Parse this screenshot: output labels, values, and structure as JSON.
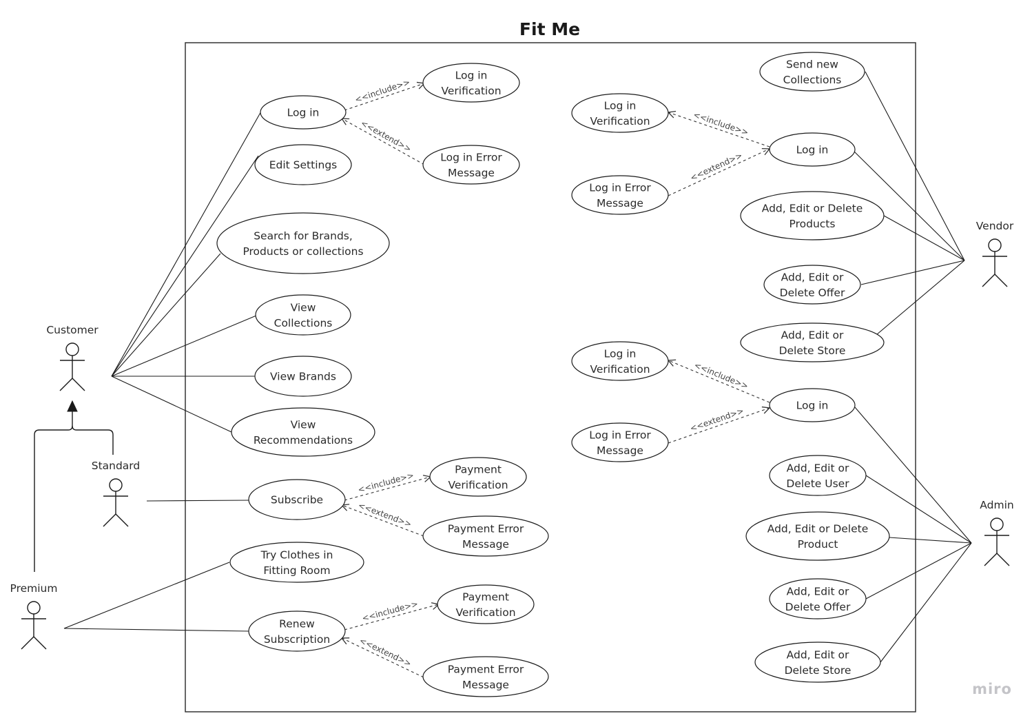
{
  "title": "Fit Me",
  "watermark": "miro",
  "actors": {
    "customer": "Customer",
    "standard": "Standard",
    "premium": "Premium",
    "vendor": "Vendor",
    "admin": "Admin"
  },
  "stereotypes": {
    "include": "<<include>>",
    "extend": "<<extend>>"
  },
  "use_cases": {
    "cust_login": [
      "Log in"
    ],
    "cust_login_verif": [
      "Log in",
      "Verification"
    ],
    "cust_login_error": [
      "Log in Error",
      "Message"
    ],
    "edit_settings": [
      "Edit Settings"
    ],
    "search": [
      "Search for Brands,",
      "Products or collections"
    ],
    "view_collections": [
      "View",
      "Collections"
    ],
    "view_brands": [
      "View Brands"
    ],
    "view_recommendations": [
      "View",
      "Recommendations"
    ],
    "subscribe": [
      "Subscribe"
    ],
    "subscribe_pay_verif": [
      "Payment",
      "Verification"
    ],
    "subscribe_pay_error": [
      "Payment Error",
      "Message"
    ],
    "try_clothes": [
      "Try Clothes in",
      "Fitting Room"
    ],
    "renew": [
      "Renew",
      "Subscription"
    ],
    "renew_pay_verif": [
      "Payment",
      "Verification"
    ],
    "renew_pay_error": [
      "Payment Error",
      "Message"
    ],
    "vendor_login_verif": [
      "Log in",
      "Verification"
    ],
    "vendor_login_error": [
      "Log in Error",
      "Message"
    ],
    "vendor_login": [
      "Log in"
    ],
    "send_collections": [
      "Send new",
      "Collections"
    ],
    "vendor_products": [
      "Add, Edit or Delete",
      "Products"
    ],
    "vendor_offer": [
      "Add, Edit or",
      "Delete Offer"
    ],
    "vendor_store": [
      "Add, Edit or",
      "Delete Store"
    ],
    "admin_login_verif": [
      "Log in",
      "Verification"
    ],
    "admin_login_error": [
      "Log in Error",
      "Message"
    ],
    "admin_login": [
      "Log in"
    ],
    "admin_user": [
      "Add, Edit or",
      "Delete User"
    ],
    "admin_product": [
      "Add, Edit or Delete",
      "Product"
    ],
    "admin_offer": [
      "Add, Edit or",
      "Delete Offer"
    ],
    "admin_store": [
      "Add, Edit or",
      "Delete Store"
    ]
  }
}
